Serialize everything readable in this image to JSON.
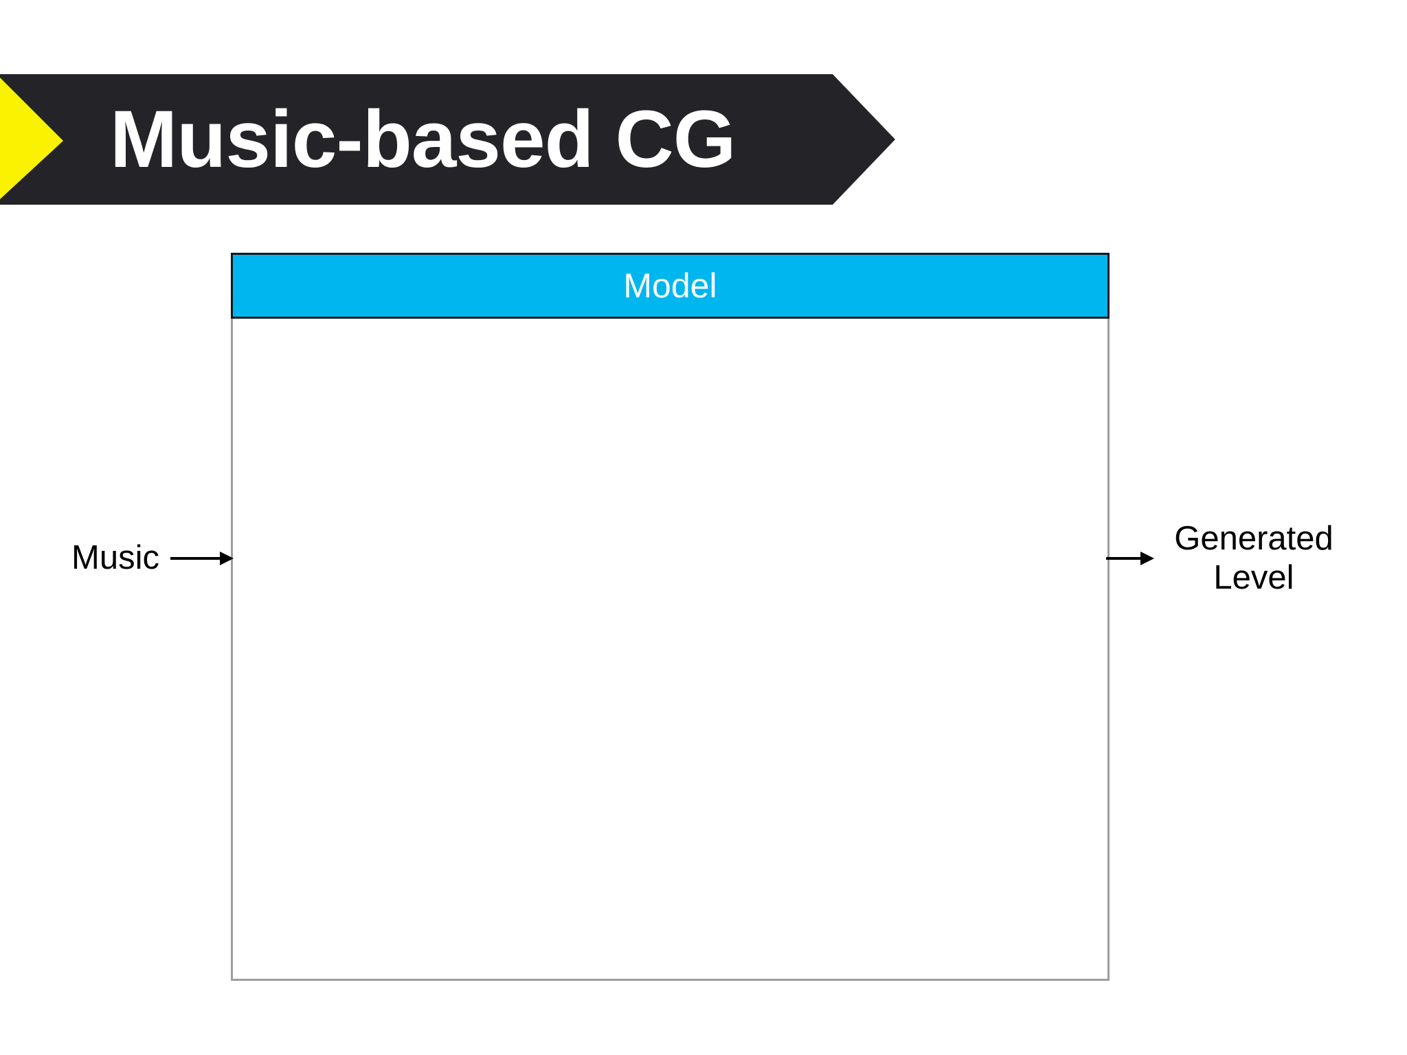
{
  "slide": {
    "background_color": "#ffffff",
    "title": {
      "text": "Music-based CG",
      "banner_color": "#242428",
      "accent_color": "#faf200",
      "text_color": "#ffffff"
    },
    "diagram": {
      "model": {
        "header_label": "Model",
        "header_color": "#00b6ef",
        "header_text_color": "#ffffff",
        "body_color": "#ffffff",
        "body_border_color": "#9c9ca1"
      },
      "input": {
        "label": "Music",
        "arrow": "arrow-right"
      },
      "output": {
        "label": "Generated\nLevel",
        "arrow": "arrow-right"
      }
    }
  }
}
